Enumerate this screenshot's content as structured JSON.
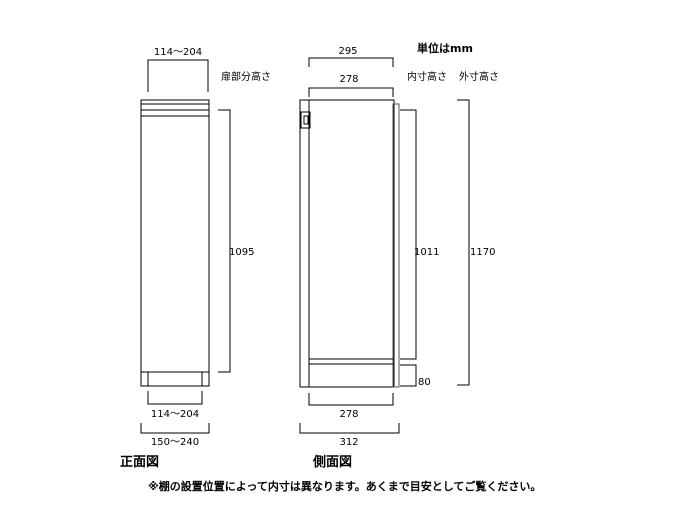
{
  "unit_label": "単位はmm",
  "front": {
    "title": "正面図",
    "dim_top": "114～204",
    "door_height_label": "扉部分高さ",
    "dim_door_height": "1095",
    "dim_inner_width": "114～204",
    "dim_outer_width": "150～240"
  },
  "side": {
    "title": "側面図",
    "dim_depth_outer_top": "295",
    "dim_depth_inner_top": "278",
    "inner_height_label": "内寸高さ",
    "outer_height_label": "外寸高さ",
    "dim_inner_height": "1011",
    "dim_outer_height": "1170",
    "dim_base_height": "80",
    "dim_depth_inner_bottom": "278",
    "dim_depth_outer_bottom": "312"
  },
  "note": "※棚の設置位置によって内寸は異なります。あくまで目安としてご覧ください。"
}
